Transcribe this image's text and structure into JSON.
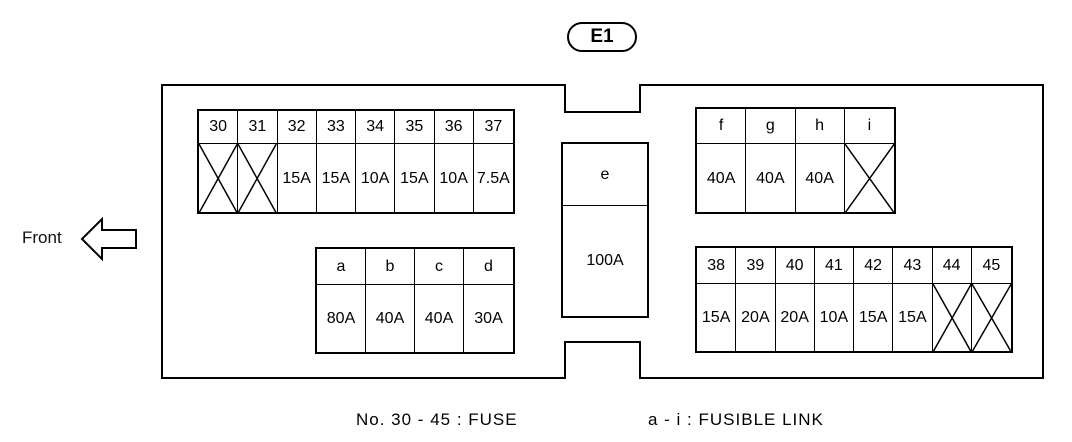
{
  "connector_label": "E1",
  "front_label": "Front",
  "fuse_block_1": {
    "numbers": [
      "30",
      "31",
      "32",
      "33",
      "34",
      "35",
      "36",
      "37"
    ],
    "ratings": [
      "",
      "",
      "15A",
      "15A",
      "10A",
      "15A",
      "10A",
      "7.5A"
    ],
    "blank": [
      true,
      true,
      false,
      false,
      false,
      false,
      false,
      false
    ]
  },
  "link_block_1": {
    "letters": [
      "a",
      "b",
      "c",
      "d"
    ],
    "ratings": [
      "80A",
      "40A",
      "40A",
      "30A"
    ]
  },
  "main_link": {
    "letter": "e",
    "rating": "100A"
  },
  "link_block_2": {
    "letters": [
      "f",
      "g",
      "h",
      "i"
    ],
    "ratings": [
      "40A",
      "40A",
      "40A",
      ""
    ],
    "blank": [
      false,
      false,
      false,
      true
    ]
  },
  "fuse_block_2": {
    "numbers": [
      "38",
      "39",
      "40",
      "41",
      "42",
      "43",
      "44",
      "45"
    ],
    "ratings": [
      "15A",
      "20A",
      "20A",
      "10A",
      "15A",
      "15A",
      "",
      ""
    ],
    "blank": [
      false,
      false,
      false,
      false,
      false,
      false,
      true,
      true
    ]
  },
  "legend": {
    "fuse": "No. 30 - 45 : FUSE",
    "fusible_link": "a - i : FUSIBLE LINK"
  }
}
